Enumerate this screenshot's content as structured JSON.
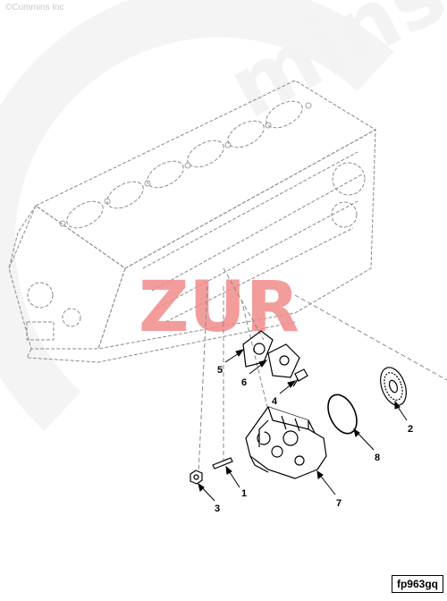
{
  "copyright": "©Cummins Inc",
  "watermark": {
    "brand": "mins",
    "text": "ZUR",
    "color": "#f28b8b",
    "brand_color": "#f3f3f3"
  },
  "figure_id": "fp963gq",
  "callouts": [
    {
      "label": "1",
      "part": "dowel-pin"
    },
    {
      "label": "2",
      "part": "pump-drive-gear"
    },
    {
      "label": "3",
      "part": "gear-nut"
    },
    {
      "label": "4",
      "part": "mounting-capscrew"
    },
    {
      "label": "5",
      "part": "gasket"
    },
    {
      "label": "6",
      "part": "cover-plate"
    },
    {
      "label": "7",
      "part": "fuel-pump"
    },
    {
      "label": "8",
      "part": "o-ring-seal"
    }
  ],
  "colors": {
    "line": "#000000",
    "ghost_line": "#9a9a9a"
  }
}
